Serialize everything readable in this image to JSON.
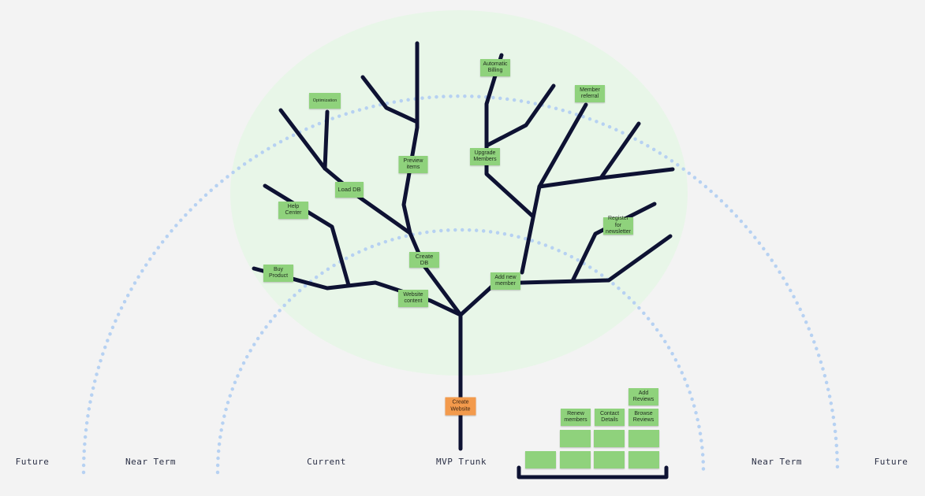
{
  "colors": {
    "background": "#f3f3f3",
    "canopy": "#e8f6e8",
    "tree": "#0e1233",
    "dotted_arc": "#b6d1f2",
    "sticky_green": "#8fd27c",
    "sticky_orange": "#f39a4c"
  },
  "zones": {
    "future_left": "Future",
    "near_term_left": "Near Term",
    "current": "Current",
    "mvp_trunk": "MVP Trunk",
    "near_term_right": "Near Term",
    "future_right": "Future"
  },
  "notes": {
    "create_website": "Create Website",
    "website_content": "Website content",
    "create_db": "Create DB",
    "buy_product": "Buy Product",
    "help_center": "Help Center",
    "load_db": "Load DB",
    "optimization": "Optimization",
    "preview_items": "Preview items",
    "automatic_billing": "Automatic Billing",
    "upgrade_members": "Upgrade Members",
    "member_referral": "Member referral",
    "add_new_member": "Add new member",
    "register_newsletter": "Register for newsletter"
  },
  "backlog": {
    "renew_members": "Renew members",
    "contact_details": "Contact Details",
    "browse_reviews": "Browse Reviews",
    "add_reviews": "Add Reviews"
  }
}
